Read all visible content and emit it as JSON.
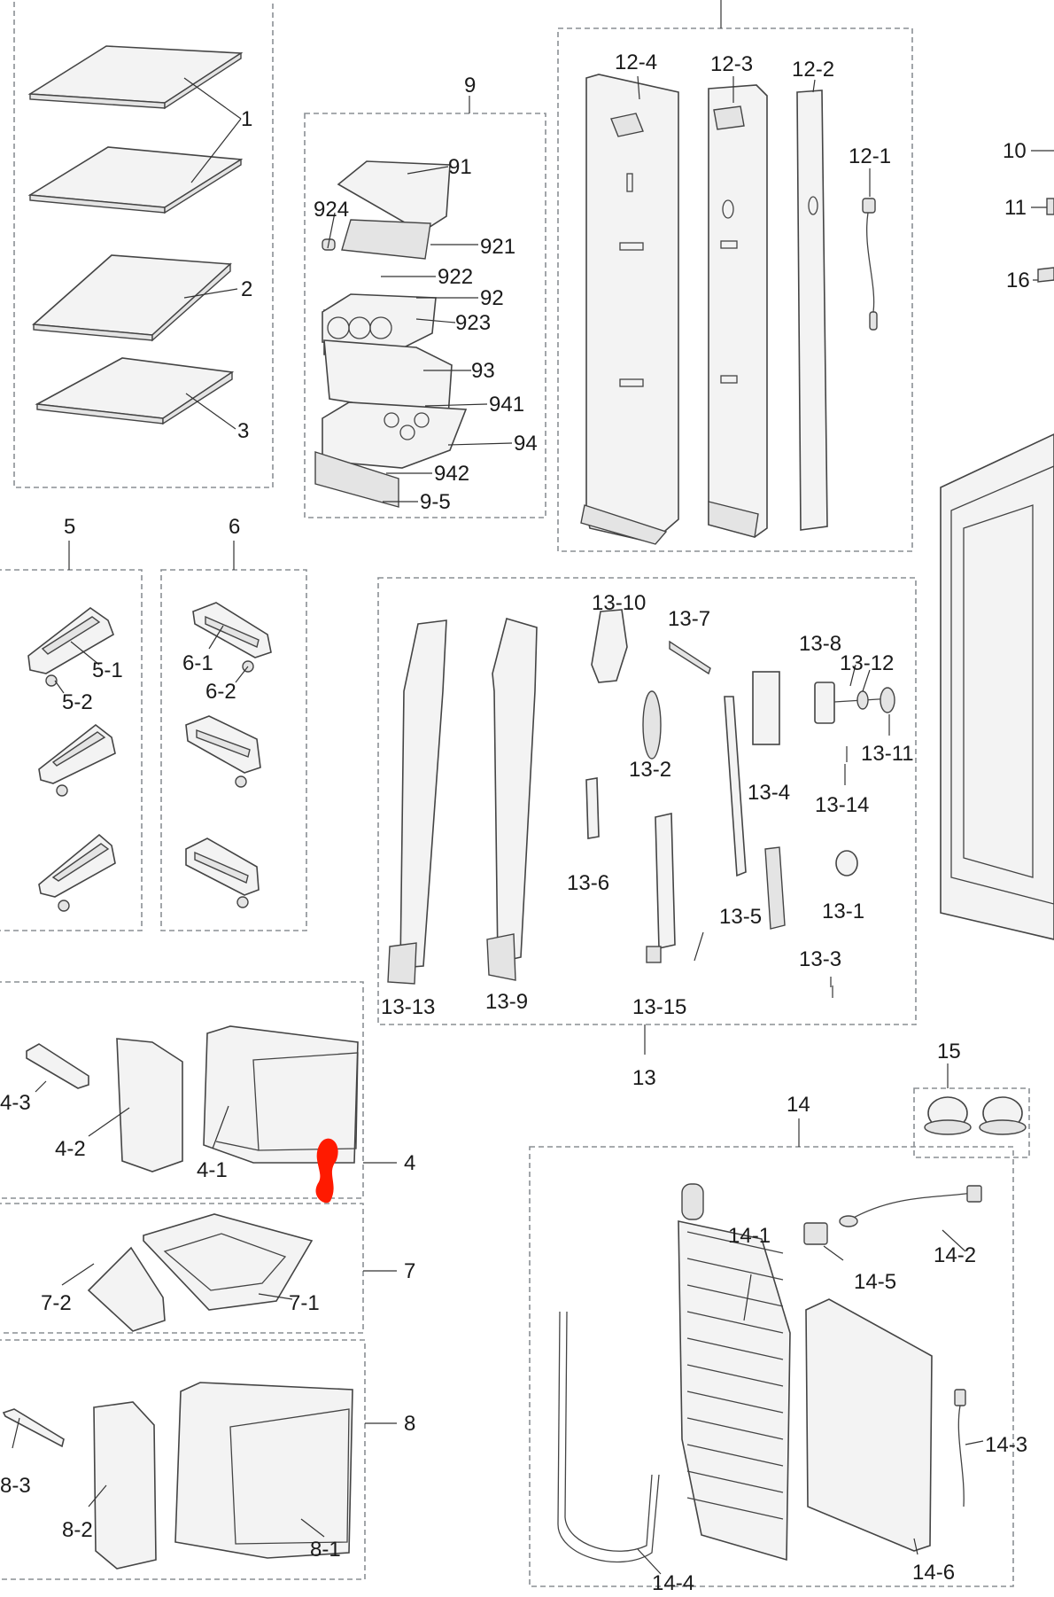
{
  "colors": {
    "box": "#8a8f94",
    "line": "#333333",
    "mark": "#ff1a00"
  },
  "labels": {
    "g4": "4",
    "g5": "5",
    "g6": "6",
    "g7": "7",
    "g8": "8",
    "g9": "9",
    "g10": "10",
    "g11": "11",
    "g13": "13",
    "g14": "14",
    "g15": "15",
    "g16": "16",
    "p1": "1",
    "p2": "2",
    "p3": "3",
    "p4_1": "4-1",
    "p4_2": "4-2",
    "p4_3": "4-3",
    "p5_1": "5-1",
    "p5_2": "5-2",
    "p6_1": "6-1",
    "p6_2": "6-2",
    "p7_1": "7-1",
    "p7_2": "7-2",
    "p8_1": "8-1",
    "p8_2": "8-2",
    "p8_3": "8-3",
    "p91": "91",
    "p924": "924",
    "p921": "921",
    "p922": "922",
    "p92": "92",
    "p923": "923",
    "p93": "93",
    "p941": "941",
    "p94": "94",
    "p942": "942",
    "p9_5": "9-5",
    "p12_1": "12-1",
    "p12_2": "12-2",
    "p12_3": "12-3",
    "p12_4": "12-4",
    "p13_1": "13-1",
    "p13_2": "13-2",
    "p13_3": "13-3",
    "p13_4": "13-4",
    "p13_5": "13-5",
    "p13_6": "13-6",
    "p13_7": "13-7",
    "p13_8": "13-8",
    "p13_9": "13-9",
    "p13_10": "13-10",
    "p13_11": "13-11",
    "p13_12": "13-12",
    "p13_13": "13-13",
    "p13_14": "13-14",
    "p13_15": "13-15",
    "p14_1": "14-1",
    "p14_2": "14-2",
    "p14_3": "14-3",
    "p14_4": "14-4",
    "p14_5": "14-5",
    "p14_6": "14-6"
  }
}
